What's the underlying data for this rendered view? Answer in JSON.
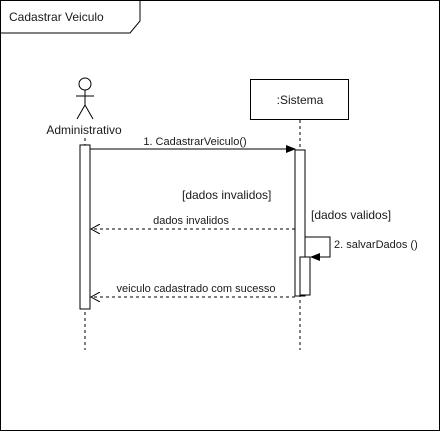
{
  "frame": {
    "title": "Cadastrar Veiculo"
  },
  "actor": {
    "name": "Administrativo"
  },
  "system": {
    "name": ":Sistema"
  },
  "messages": {
    "m1": "1. CadastrarVeiculo()",
    "m2": "dados invalidos",
    "m3": "2. salvarDados ()",
    "m4": "veiculo cadastrado com sucesso"
  },
  "guards": {
    "invalid": "[dados invalidos]",
    "valid": "[dados validos]"
  }
}
